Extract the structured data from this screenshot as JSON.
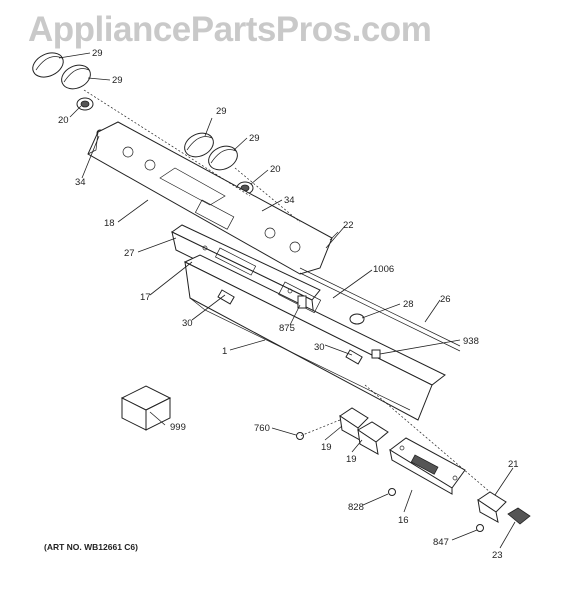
{
  "watermark": "AppliancePartsPros.com",
  "art_number": "(ART NO. WB12661 C6)",
  "callouts": {
    "c29a": "29",
    "c29b": "29",
    "c29c": "29",
    "c29d": "29",
    "c20a": "20",
    "c20b": "20",
    "c34a": "34",
    "c34b": "34",
    "c18": "18",
    "c22": "22",
    "c27": "27",
    "c1006": "1006",
    "c17": "17",
    "c28": "28",
    "c26": "26",
    "c30a": "30",
    "c875": "875",
    "c30b": "30",
    "c938": "938",
    "c1": "1",
    "c999": "999",
    "c760": "760",
    "c19a": "19",
    "c19b": "19",
    "c21": "21",
    "c828": "828",
    "c16": "16",
    "c847": "847",
    "c23": "23"
  }
}
